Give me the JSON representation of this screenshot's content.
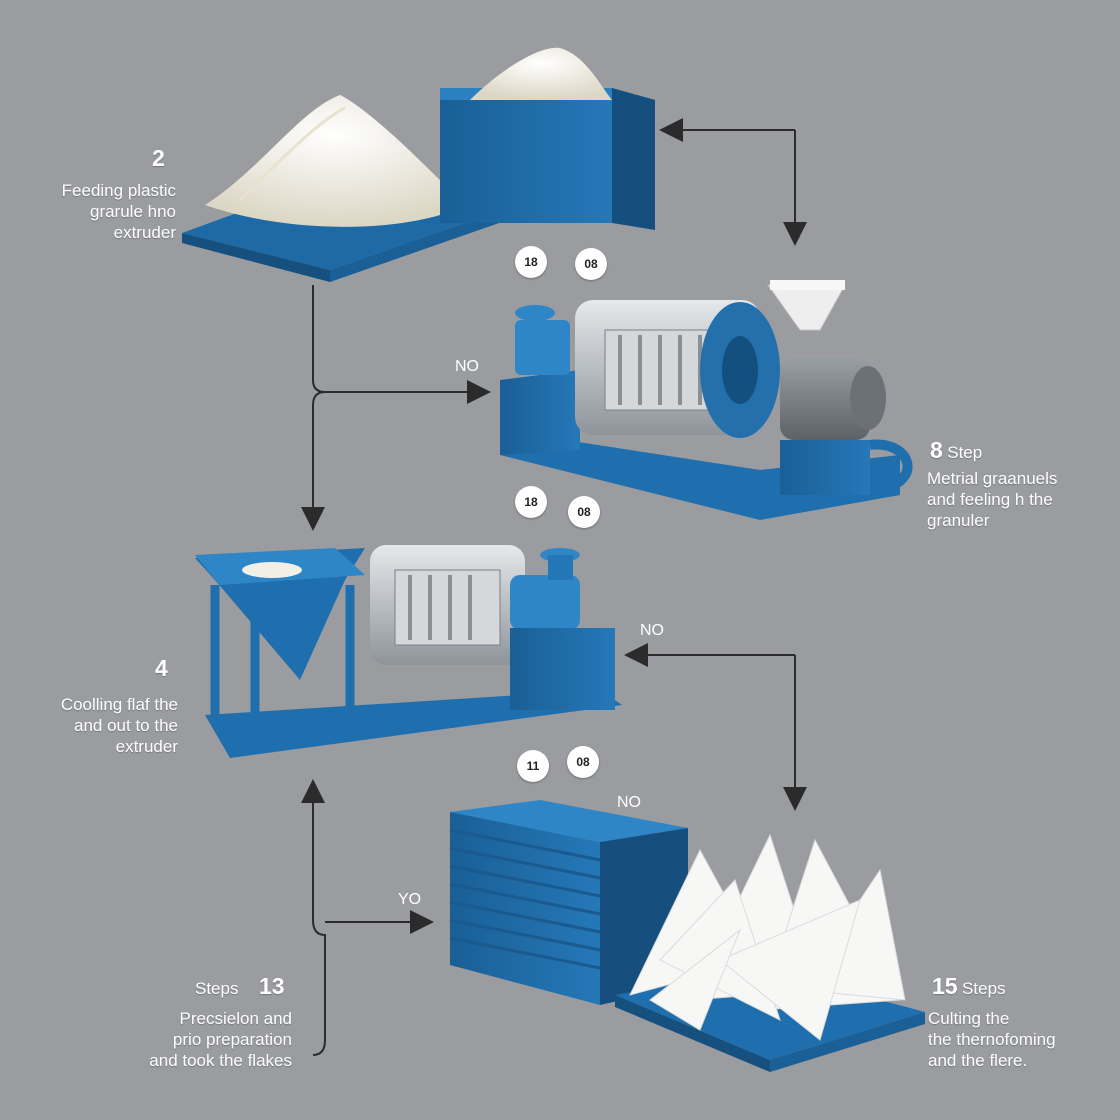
{
  "colors": {
    "background": "#9a9c9f",
    "machine_blue": "#1f6fae",
    "machine_blue_light": "#2f86c6",
    "steel": "#c9ccd0",
    "motor_grey": "#7d8287",
    "material_white": "#f4f1e6",
    "arrow": "#2b2b2b"
  },
  "icons": {
    "granule_pile": "pile-of-plastic-granules",
    "bin": "blue-hopper-bin",
    "granulator": "granulator-machine",
    "motor": "electric-motor",
    "funnel": "feed-funnel",
    "flakes": "plastic-flakes-pile",
    "stacked_bin": "stacked-blue-container"
  },
  "step_top": {
    "number": "2",
    "lines": [
      "Feeding plastic",
      "grarule hno",
      "extruder"
    ]
  },
  "step_right": {
    "number": "8",
    "suffix": "Step",
    "lines": [
      "Metrial graanuels",
      "and feeling h the",
      "granuler"
    ]
  },
  "step_mid": {
    "number": "4",
    "lines": [
      "Coolling flaf the",
      "and out to the",
      "extruder"
    ]
  },
  "step_bottom_left": {
    "number": "13",
    "prefix": "Steps",
    "lines": [
      "Precsielon and",
      "prio preparation",
      "and took the flakes"
    ]
  },
  "step_bottom_right": {
    "number": "15",
    "suffix": "Steps",
    "lines": [
      "Culting the",
      "the thernofoming",
      "and the flere."
    ]
  },
  "badges": {
    "row1": [
      "18",
      "08"
    ],
    "row2": [
      "18",
      "08"
    ],
    "row3": [
      "11",
      "08"
    ]
  },
  "flow_labels": {
    "no_1": "NO",
    "no_2": "NO",
    "no_3": "NO",
    "yo": "YO"
  }
}
